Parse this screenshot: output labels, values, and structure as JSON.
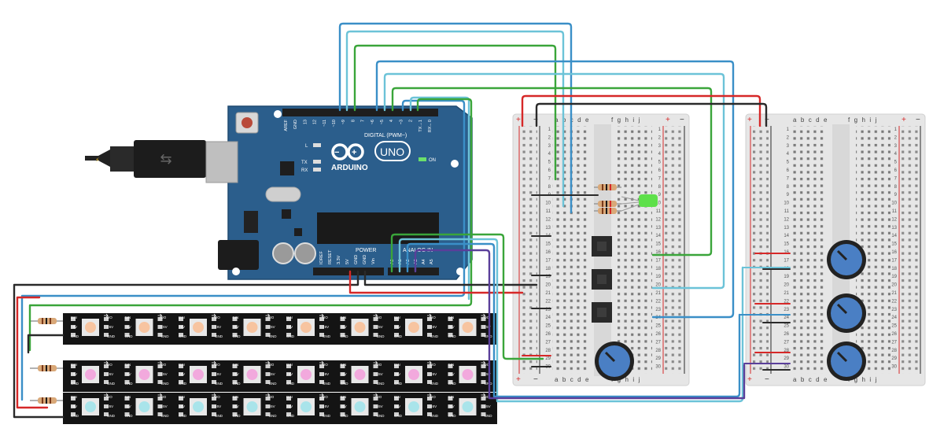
{
  "arduino": {
    "brand": "ARDUINO",
    "model": "UNO",
    "digital_header": "DIGITAL (PWM~)",
    "power_header": "POWER",
    "analog_header": "ANALOG IN",
    "on_label": "ON",
    "led_labels": [
      "L",
      "TX",
      "RX"
    ],
    "digital_pins": [
      "AREF",
      "GND",
      "13",
      "12",
      "~11",
      "~10",
      "~9",
      "8",
      "7",
      "~6",
      "~5",
      "4",
      "~3",
      "2",
      "TX→1",
      "RX←0"
    ],
    "power_pins": [
      "IOREF",
      "RESET",
      "3.3V",
      "5V",
      "GND",
      "GND",
      "Vin"
    ],
    "analog_pins": [
      "A0",
      "A1",
      "A2",
      "A3",
      "A4",
      "A5"
    ]
  },
  "breadboards": [
    {
      "cols_left": "a b c d e",
      "cols_right": "f g h i j",
      "rail_plus": "+",
      "rail_minus": "−"
    },
    {
      "cols_left": "a b c d e",
      "cols_right": "f g h i j",
      "rail_plus": "+",
      "rail_minus": "−"
    }
  ],
  "led_strip": {
    "pin_labels": [
      "+5V",
      "DIN",
      "GND",
      "DO"
    ],
    "strips": [
      {
        "led_color": "#f7c4a0"
      },
      {
        "led_color": "#f2a9dd"
      },
      {
        "led_color": "#a9e4ea"
      }
    ]
  },
  "colors": {
    "arduino_blue": "#2b5e8c",
    "wire_blue": "#3a8fc7",
    "wire_lightblue": "#6cc3d8",
    "wire_green": "#3aa53a",
    "wire_red": "#d62828",
    "wire_black": "#2a2a2a",
    "wire_purple": "#5a3f9a",
    "led_green": "#5ee04a",
    "pot_blue": "#4a7fc4"
  }
}
